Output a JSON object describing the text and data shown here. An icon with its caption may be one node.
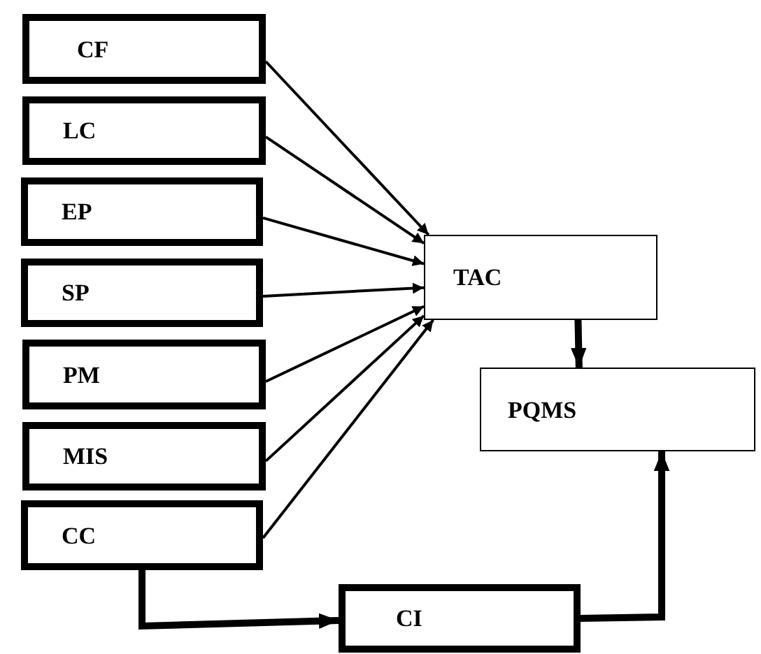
{
  "diagram": {
    "nodes": [
      {
        "text": [
          "CF"
        ]
      },
      {
        "text": [
          "LC"
        ]
      },
      {
        "text": [
          "EP"
        ]
      },
      {
        "text": [
          "SP"
        ]
      },
      {
        "text": [
          "PM"
        ]
      },
      {
        "text": [
          "MIS"
        ]
      },
      {
        "text": [
          "CC"
        ]
      },
      {
        "text": [
          "TAC"
        ]
      },
      {
        "text": [
          "PQMS"
        ]
      },
      {
        "text": [
          "CI"
        ]
      }
    ],
    "edges": [
      {
        "from": 0,
        "to": 7,
        "arrow": "to"
      },
      {
        "from": 1,
        "to": 7,
        "arrow": "to"
      },
      {
        "from": 2,
        "to": 7,
        "arrow": "to"
      },
      {
        "from": 3,
        "to": 7,
        "arrow": "to"
      },
      {
        "from": 4,
        "to": 7,
        "arrow": "to"
      },
      {
        "from": 5,
        "to": 7,
        "arrow": "to"
      },
      {
        "from": 6,
        "to": 7,
        "arrow": "to"
      },
      {
        "from": 7,
        "to": 8,
        "arrow": "to",
        "style": "thick"
      },
      {
        "from": 6,
        "to": 9,
        "arrow": "to",
        "style": "thick"
      },
      {
        "from": 9,
        "to": 8,
        "arrow": "to",
        "style": "thick"
      }
    ]
  }
}
